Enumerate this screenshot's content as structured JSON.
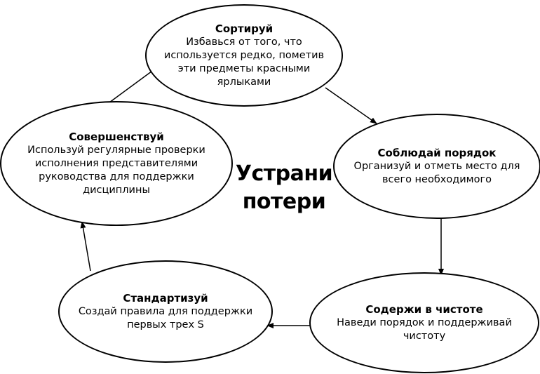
{
  "center": {
    "line1": "Устрани",
    "line2": "потери"
  },
  "nodes": {
    "sort": {
      "title": "Сортируй",
      "text": "Избавься от того, что используется редко, пометив эти предметы красными ярлыками"
    },
    "order": {
      "title": "Соблюдай порядок",
      "text": "Организуй и отметь место для всего необходимого"
    },
    "clean": {
      "title": "Содержи в чистоте",
      "text": "Наведи порядок и поддерживай чистоту"
    },
    "standard": {
      "title": "Стандартизуй",
      "text": "Создай правила для поддержки первых трех S"
    },
    "improve": {
      "title": "Совершенствуй",
      "text": "Используй регулярные проверки исполнения представителями руководства для поддержки дисциплины"
    }
  },
  "colors": {
    "stroke": "#000000",
    "background": "#ffffff"
  }
}
